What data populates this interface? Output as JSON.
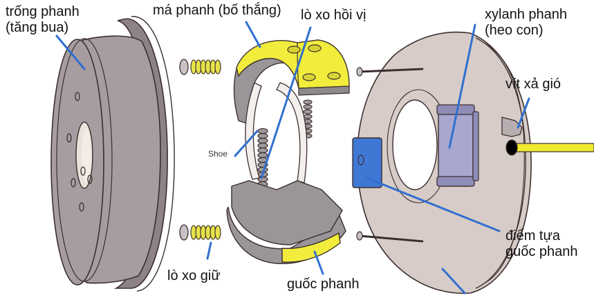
{
  "title": "Drum brake exploded view",
  "colors": {
    "leader_line": "#2f6fd0",
    "drum": "#a79ca0",
    "drum_dark": "#8d8286",
    "backing_plate": "#d8ccc8",
    "brake_lining": "#f2ec3c",
    "shoe_metal": "#9a9598",
    "wheel_cylinder": "#a9a6cf",
    "anchor_block": "#3f78d4",
    "brake_line": "#f0ea30",
    "outline": "#3a2e2e"
  },
  "labels": {
    "drum": [
      "trống phanh",
      "(tăng bua)"
    ],
    "lining": "má phanh (bố thắng)",
    "return_spring": "lò xo hồi vị",
    "wheel_cylinder": [
      "xylanh phanh",
      "(heo con)"
    ],
    "bleeder_screw": "vít xả gió",
    "anchor_point": [
      "điểm tựa",
      "guốc phanh"
    ],
    "hold_down_spring": "lò xo giữ",
    "brake_shoe": "guốc phanh",
    "shoe_english": "Shoe"
  }
}
